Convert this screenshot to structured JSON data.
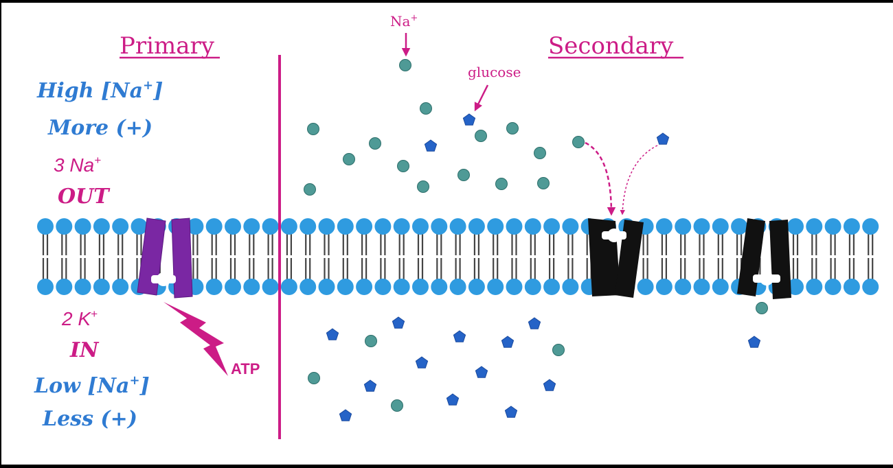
{
  "headings": {
    "primary": "Primary",
    "secondary": "Secondary"
  },
  "left_labels": {
    "high_na": "High [Na",
    "high_na_sup": "+",
    "high_na_close": "]",
    "more_pos": "More (+)",
    "three_na": "3 Na",
    "three_na_sup": "+",
    "out": "OUT",
    "two_k": "2 K",
    "two_k_sup": "+",
    "in": "IN",
    "low_na": "Low [Na",
    "low_na_sup": "+",
    "low_na_close": "]",
    "less_pos": "Less (+)"
  },
  "annotations": {
    "na": "Na",
    "na_sup": "+",
    "glucose": "glucose",
    "atp": "ATP"
  },
  "colors": {
    "magenta": "#cc1c86",
    "blue_text": "#2f7bd2",
    "phospholipid_head": "#2f9be0",
    "sodium_ion": "#4f9a96",
    "glucose": "#2563c7",
    "pump": "#7a27a3",
    "transporter": "#111111"
  },
  "icons": [
    "sodium-ion-icon",
    "glucose-pentagon-icon",
    "atp-lightning-icon",
    "sodium-potassium-pump-icon",
    "transporter-protein-icon",
    "phospholipid-icon"
  ]
}
